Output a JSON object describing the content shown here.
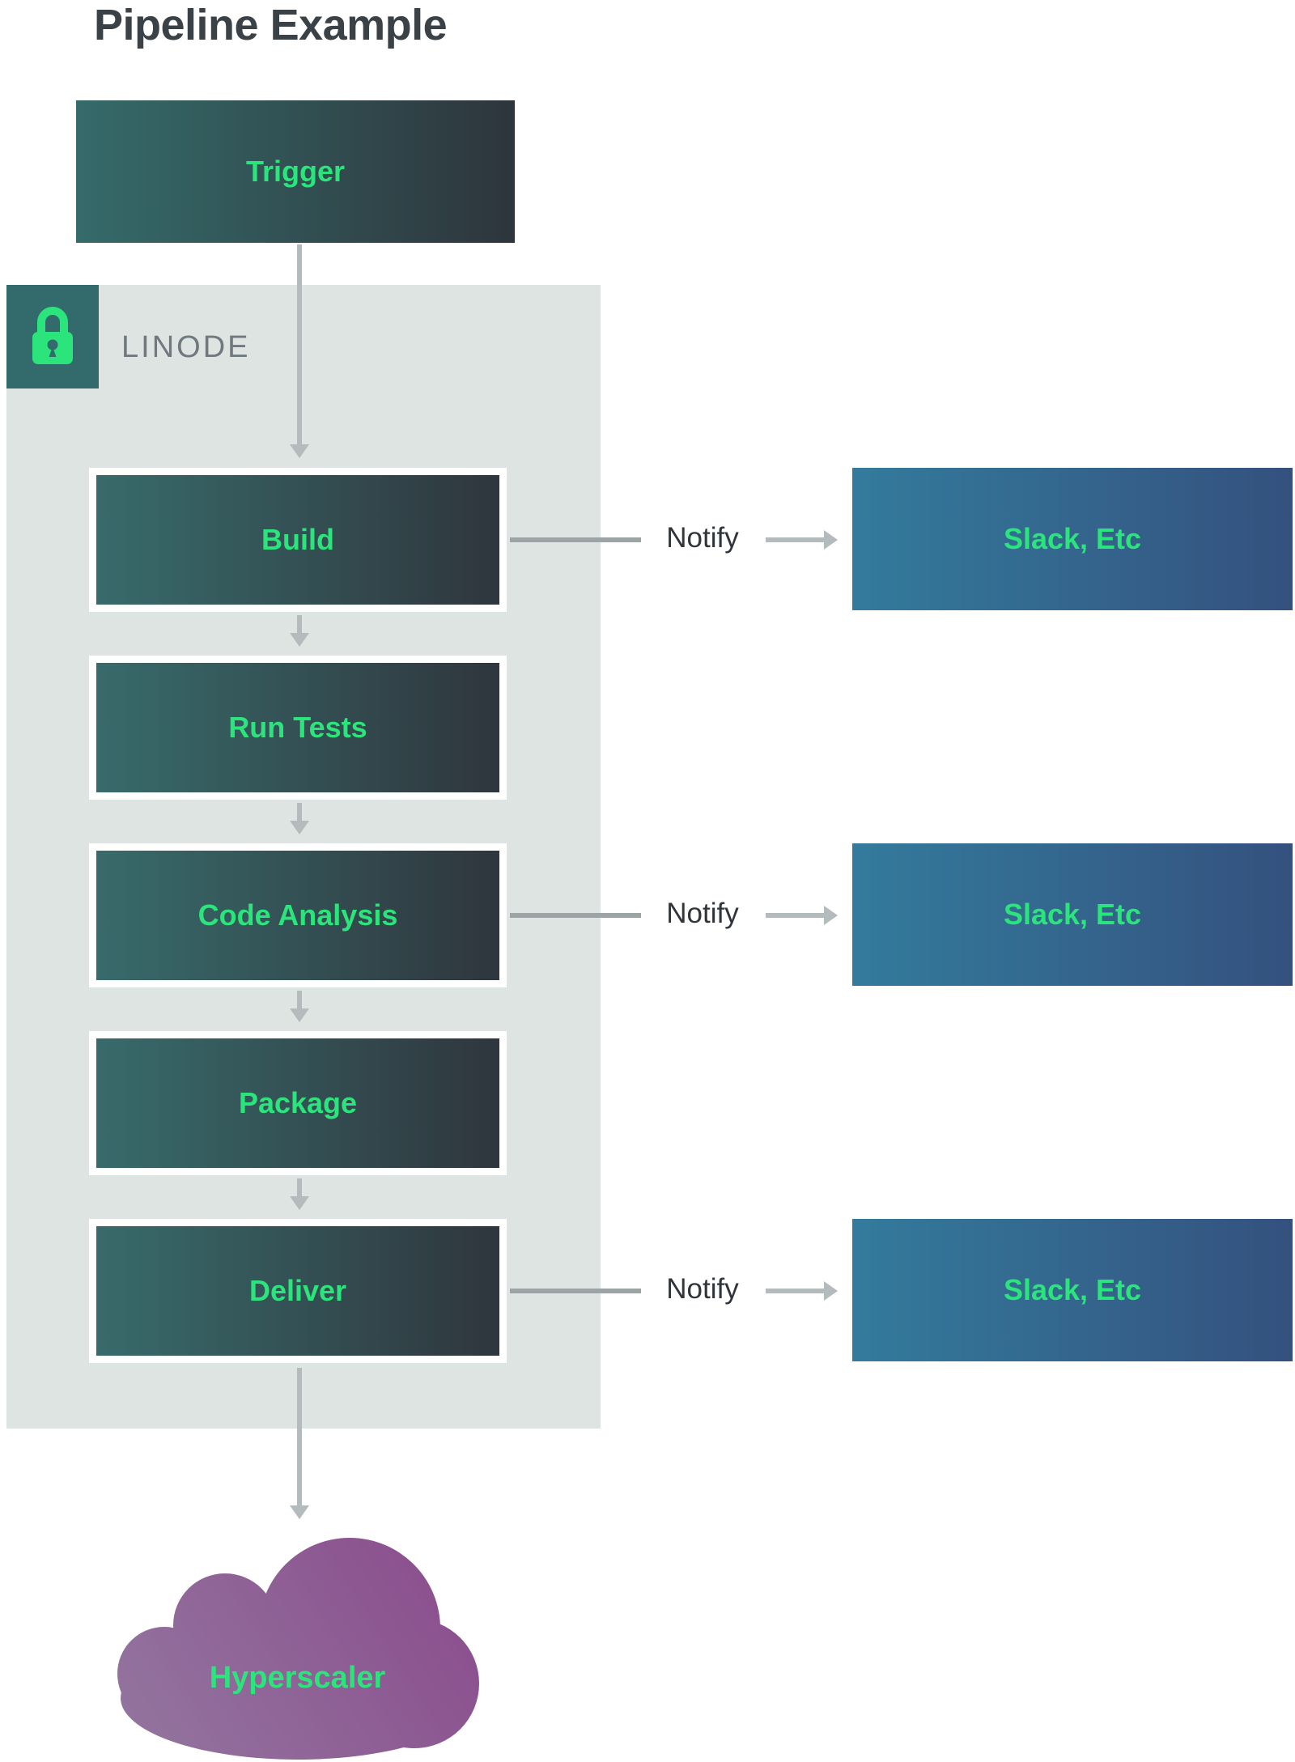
{
  "title": "Pipeline Example",
  "trigger": {
    "label": "Trigger"
  },
  "linode": {
    "label": "LINODE",
    "icon": "lock-icon"
  },
  "stages": [
    {
      "label": "Build",
      "notify": true
    },
    {
      "label": "Run Tests",
      "notify": false
    },
    {
      "label": "Code Analysis",
      "notify": true
    },
    {
      "label": "Package",
      "notify": false
    },
    {
      "label": "Deliver",
      "notify": true
    }
  ],
  "notify": {
    "label": "Notify",
    "target_label": "Slack, Etc"
  },
  "cloud": {
    "label": "Hyperscaler"
  },
  "colors": {
    "title_text": "#3A4147",
    "accent_green": "#2CE47C",
    "stage_gradient_start": "#386B6B",
    "stage_gradient_end": "#2F363D",
    "notify_target_gradient_start": "#337B9C",
    "notify_target_gradient_end": "#34517E",
    "container_bg": "#DDE4E2",
    "lock_badge_bg": "#336A6B",
    "linode_text": "#6F797E",
    "notify_text": "#2F353A",
    "arrow_gray": "#B4BBBD",
    "connector_gray": "#9CA4A6",
    "cloud_gradient_start": "#93779F",
    "cloud_gradient_end": "#8A4A8C"
  }
}
